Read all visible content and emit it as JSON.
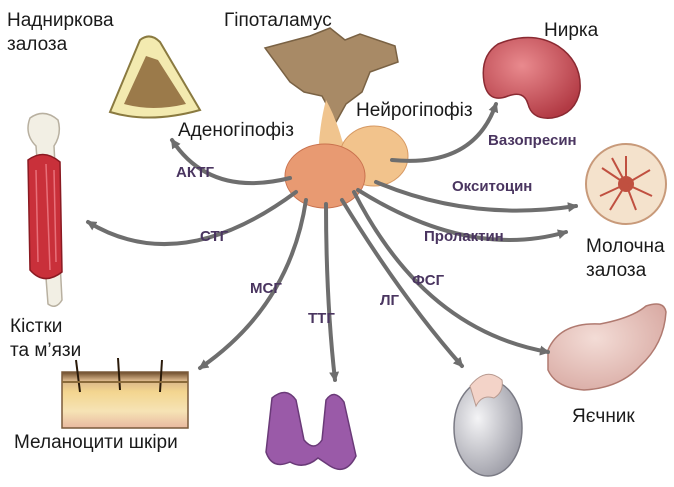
{
  "labels": {
    "adrenal_line1": "Надниркова",
    "adrenal_line2": "залоза",
    "hypothalamus": "Гіпоталамус",
    "kidney": "Нирка",
    "adenohypophysis": "Аденогіпофіз",
    "neurohypophysis": "Нейрогіпофіз",
    "mammary_line1": "Молочна",
    "mammary_line2": "залоза",
    "bones_line1": "Кістки",
    "bones_line2": "та м’язи",
    "ovary": "Яєчник",
    "skin": "Меланоцити шкіри"
  },
  "hormones": {
    "acth": "АКТГ",
    "gh": "СТГ",
    "msh": "МСГ",
    "tsh": "ТТГ",
    "lh": "ЛГ",
    "fsh": "ФСГ",
    "prolactin": "Пролактин",
    "oxytocin": "Окситоцин",
    "vasopressin": "Вазопресин"
  },
  "colors": {
    "arrow": "#6e6e6e",
    "hormone_text": "#4a3560",
    "pituitary": "#e89a72",
    "posterior": "#f2c38c",
    "hypothalamus": "#a88a66",
    "kidney": "#cc5055",
    "thyroid": "#9a5aa8",
    "muscle": "#c9303a"
  }
}
